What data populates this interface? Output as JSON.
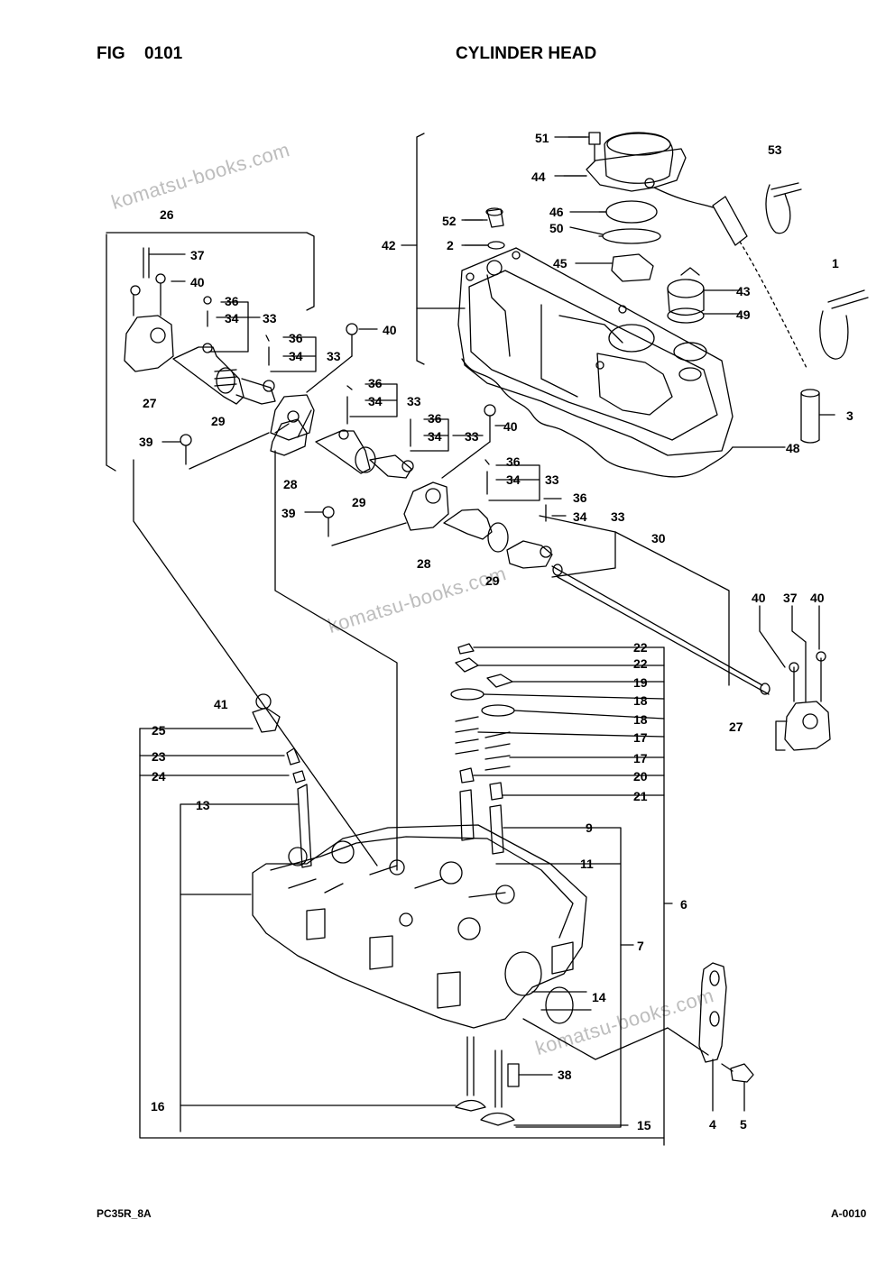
{
  "header": {
    "fig_label": "FIG",
    "fig_number": "0101",
    "title": "CYLINDER HEAD"
  },
  "footer": {
    "model": "PC35R_8A",
    "page": "A-0010"
  },
  "watermark": "komatsu-books.com",
  "callouts": {
    "c51": "51",
    "c44": "44",
    "c53": "53",
    "c52": "52",
    "c46": "46",
    "c50": "50",
    "c2": "2",
    "c42": "42",
    "c45": "45",
    "c1": "1",
    "c43": "43",
    "c49": "49",
    "c3": "3",
    "c48": "48",
    "c26": "26",
    "c37a": "37",
    "c40a": "40",
    "c36a": "36",
    "c34a": "34",
    "c33a": "33",
    "c40b": "40",
    "c36b": "36",
    "c34b": "34",
    "c33b": "33",
    "c27a": "27",
    "c29a": "29",
    "c36c": "36",
    "c34c": "34",
    "c33c": "33",
    "c39a": "39",
    "c40c": "40",
    "c36d": "36",
    "c34d": "34",
    "c33d": "33",
    "c28a": "28",
    "c29b": "29",
    "c36e": "36",
    "c34e": "34",
    "c33e": "33",
    "c39b": "39",
    "c36f": "36",
    "c34f": "34",
    "c33f": "33",
    "c28b": "28",
    "c29c": "29",
    "c30": "30",
    "c40d": "40",
    "c37b": "37",
    "c40e": "40",
    "c27b": "27",
    "c22a": "22",
    "c22b": "22",
    "c19": "19",
    "c18a": "18",
    "c18b": "18",
    "c17a": "17",
    "c17b": "17",
    "c20": "20",
    "c21": "21",
    "c41": "41",
    "c25": "25",
    "c23": "23",
    "c24": "24",
    "c13": "13",
    "c9": "9",
    "c11": "11",
    "c6": "6",
    "c7": "7",
    "c14": "14",
    "c38": "38",
    "c16": "16",
    "c15": "15",
    "c4": "4",
    "c5": "5"
  }
}
